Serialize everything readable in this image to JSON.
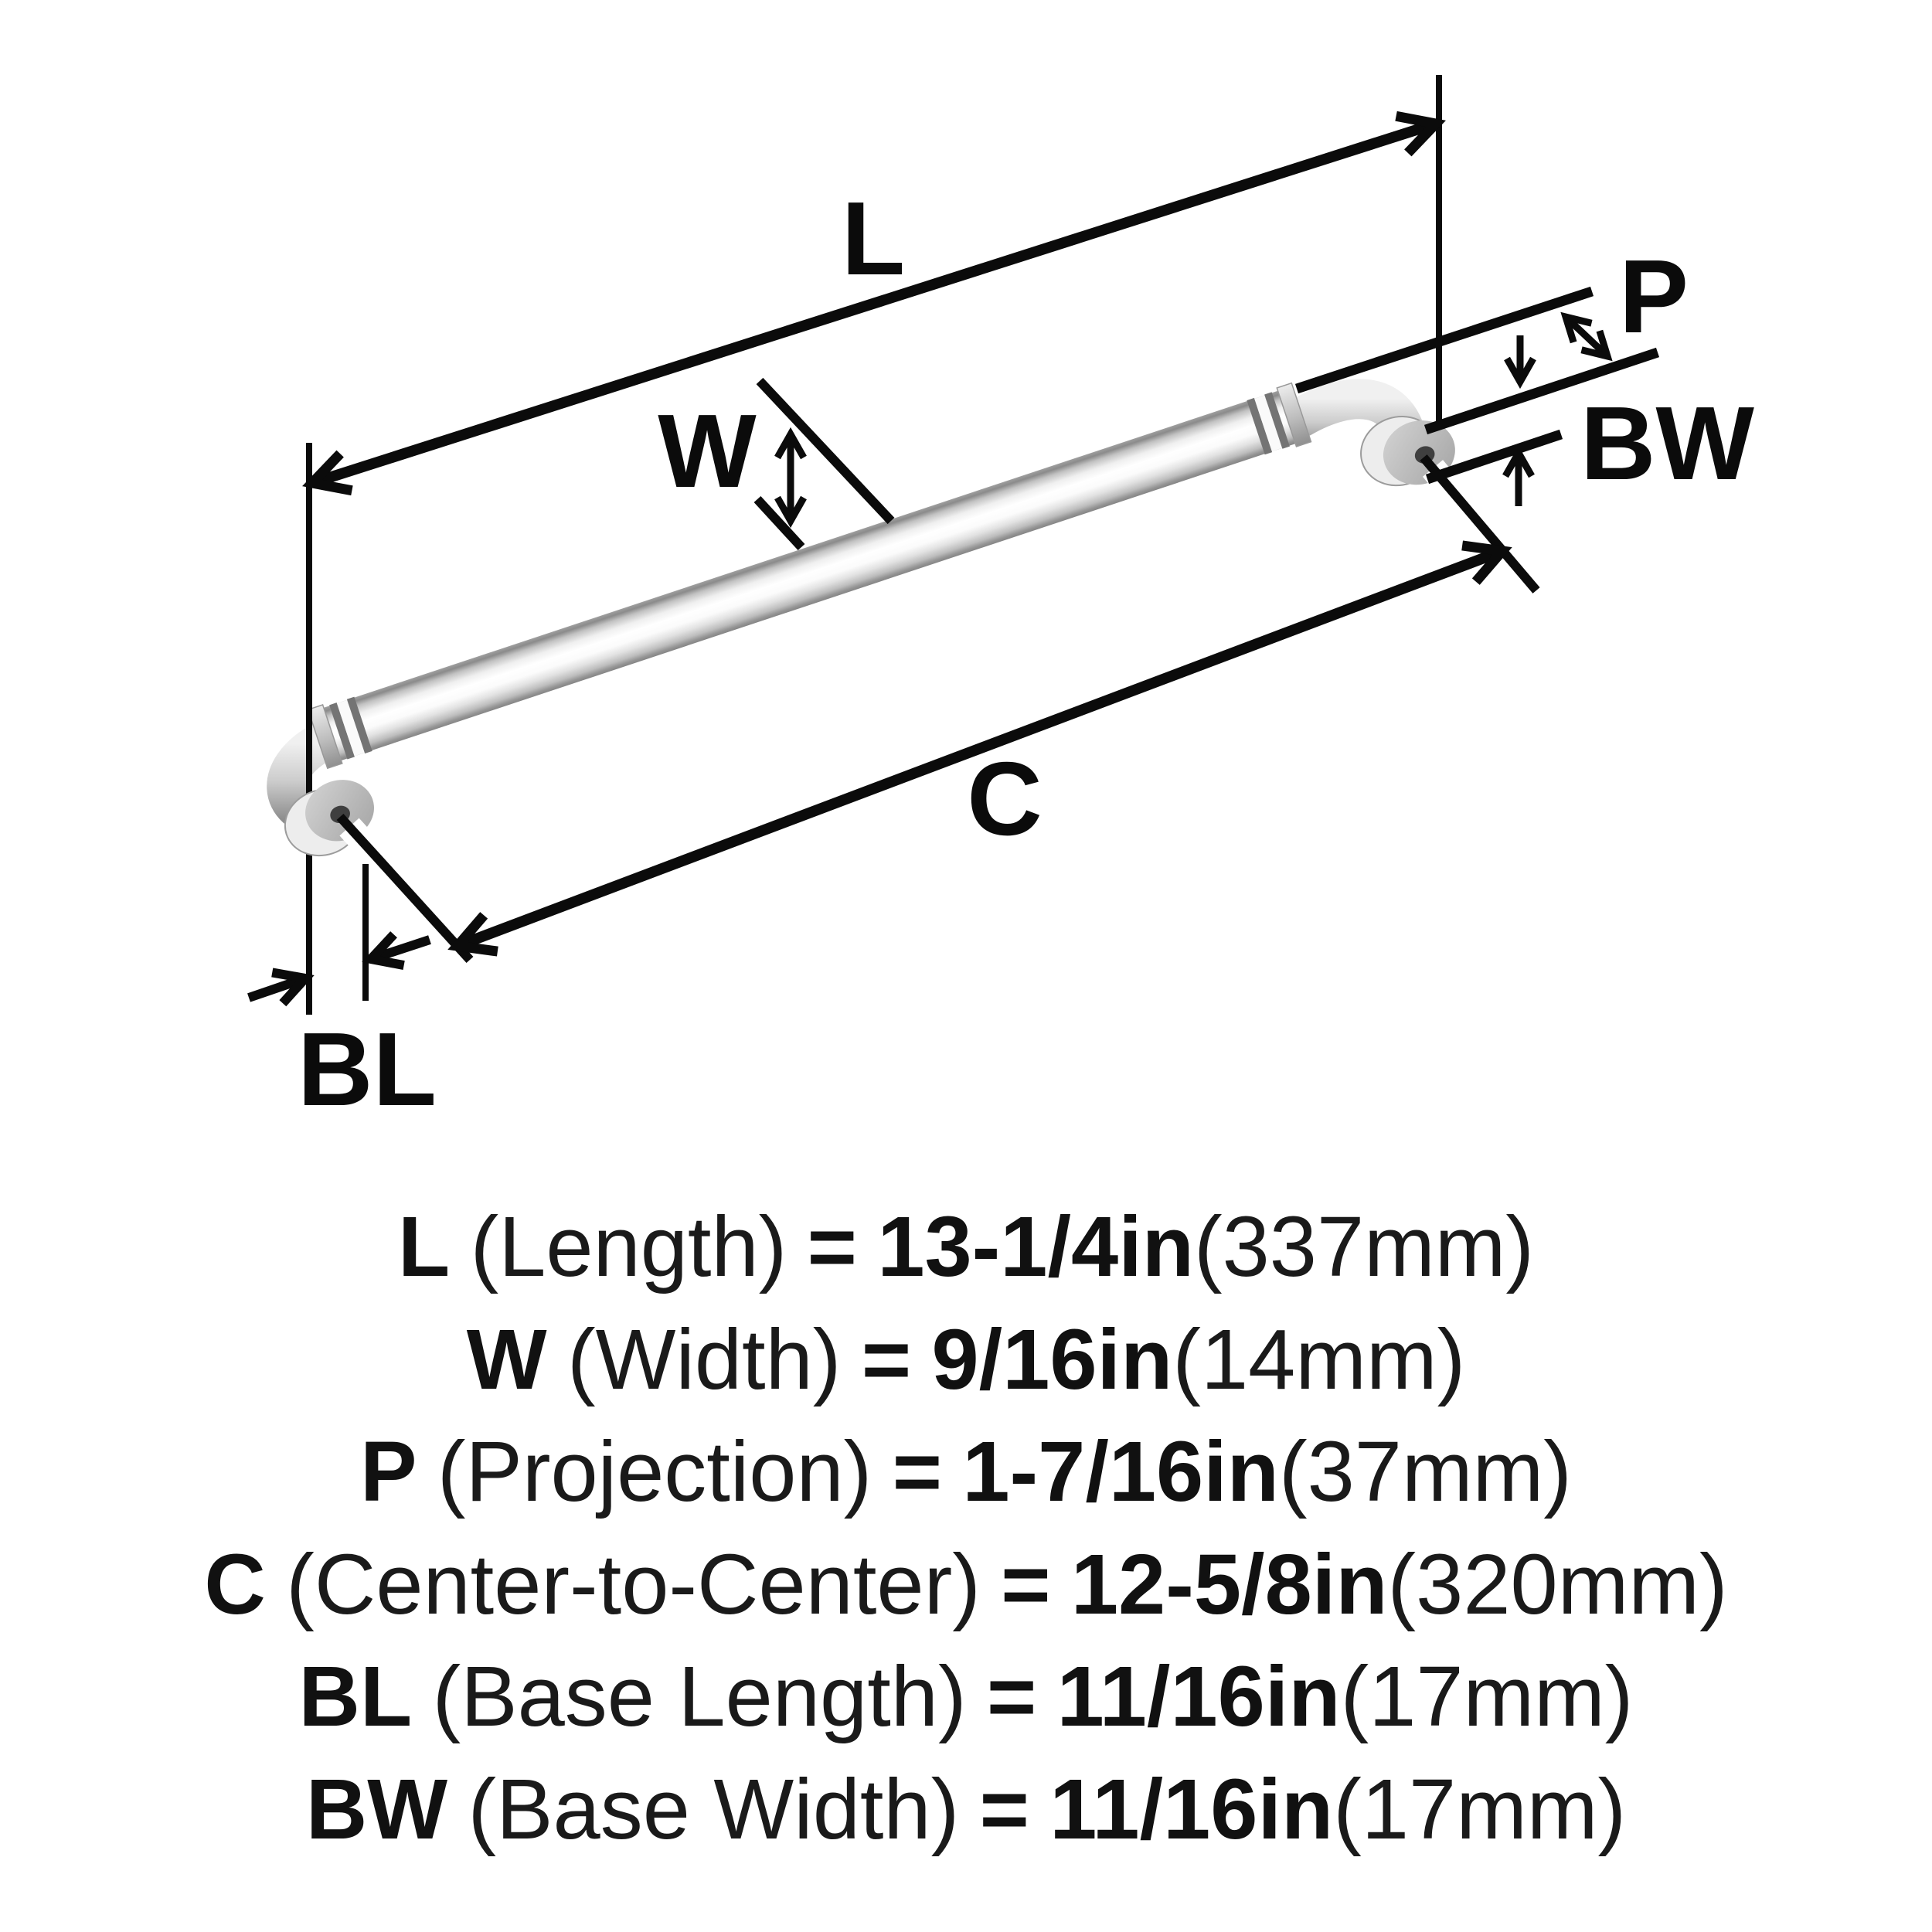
{
  "diagram": {
    "labels": {
      "length": "L",
      "width": "W",
      "projection": "P",
      "base_width": "BW",
      "center_to_center": "C",
      "base_length": "BL"
    },
    "colors": {
      "line": "#0b0b0b",
      "background": "#ffffff",
      "metal_highlight": "#ffffff",
      "metal_mid": "#d9d9d9",
      "metal_shadow": "#8a8a8a"
    }
  },
  "specs": [
    {
      "symbol": "L",
      "name": "(Length)",
      "eq": "=",
      "imperial": "13-1/4in",
      "metric": "(337mm)"
    },
    {
      "symbol": "W",
      "name": "(Width)",
      "eq": "=",
      "imperial": "9/16in",
      "metric": "(14mm)"
    },
    {
      "symbol": "P",
      "name": "(Projection)",
      "eq": "=",
      "imperial": "1-7/16in",
      "metric": "(37mm)"
    },
    {
      "symbol": "C",
      "name": "(Center-to-Center)",
      "eq": "=",
      "imperial": "12-5/8in",
      "metric": "(320mm)"
    },
    {
      "symbol": "BL",
      "name": "(Base Length)",
      "eq": "=",
      "imperial": "11/16in",
      "metric": "(17mm)"
    },
    {
      "symbol": "BW",
      "name": "(Base Width)",
      "eq": "=",
      "imperial": "11/16in",
      "metric": "(17mm)"
    }
  ]
}
